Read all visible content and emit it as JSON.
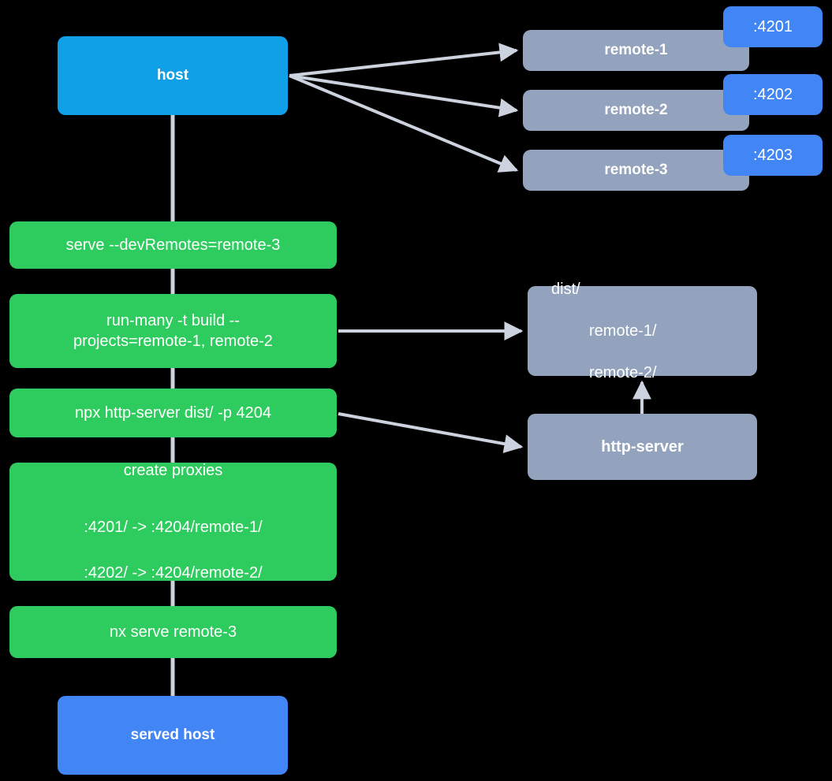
{
  "diagram": {
    "title": "Nx host and remotes serve flow",
    "background_color": "#000000",
    "edge_color": "#CCD2DE",
    "colors": {
      "host": "#0FA0E8",
      "served_host": "#4285F4",
      "remote": "#93A3BD",
      "badge": "#4285F4",
      "command": "#2ECC5E",
      "artifact": "#93A3BD",
      "edge": "#CCD2DE"
    }
  },
  "nodes": {
    "host": {
      "label": "host"
    },
    "served_host": {
      "label": "served host"
    },
    "remotes": [
      {
        "label": "remote-1",
        "port_badge": ":4201"
      },
      {
        "label": "remote-2",
        "port_badge": ":4202"
      },
      {
        "label": "remote-3",
        "port_badge": ":4203"
      }
    ],
    "commands": [
      {
        "label": "serve --devRemotes=remote-3"
      },
      {
        "label": "run-many -t build --\nprojects=remote-1, remote-2"
      },
      {
        "label": "npx http-server dist/ -p 4204"
      },
      {
        "title": "create proxies",
        "proxy_rules": [
          ":4201/ -> :4204/remote-1/",
          ":4202/ -> :4204/remote-2/"
        ]
      },
      {
        "label": "nx serve remote-3"
      }
    ],
    "dist": {
      "root": "dist/",
      "children": [
        "remote-1/",
        "remote-2/"
      ]
    },
    "http_server": {
      "label": "http-server"
    }
  },
  "edges": [
    {
      "from": "host",
      "to": "remote-1"
    },
    {
      "from": "host",
      "to": "remote-2"
    },
    {
      "from": "host",
      "to": "remote-3"
    },
    {
      "from": "run-many",
      "to": "dist"
    },
    {
      "from": "npx-http-server",
      "to": "http-server"
    },
    {
      "from": "http-server",
      "to": "dist"
    }
  ]
}
